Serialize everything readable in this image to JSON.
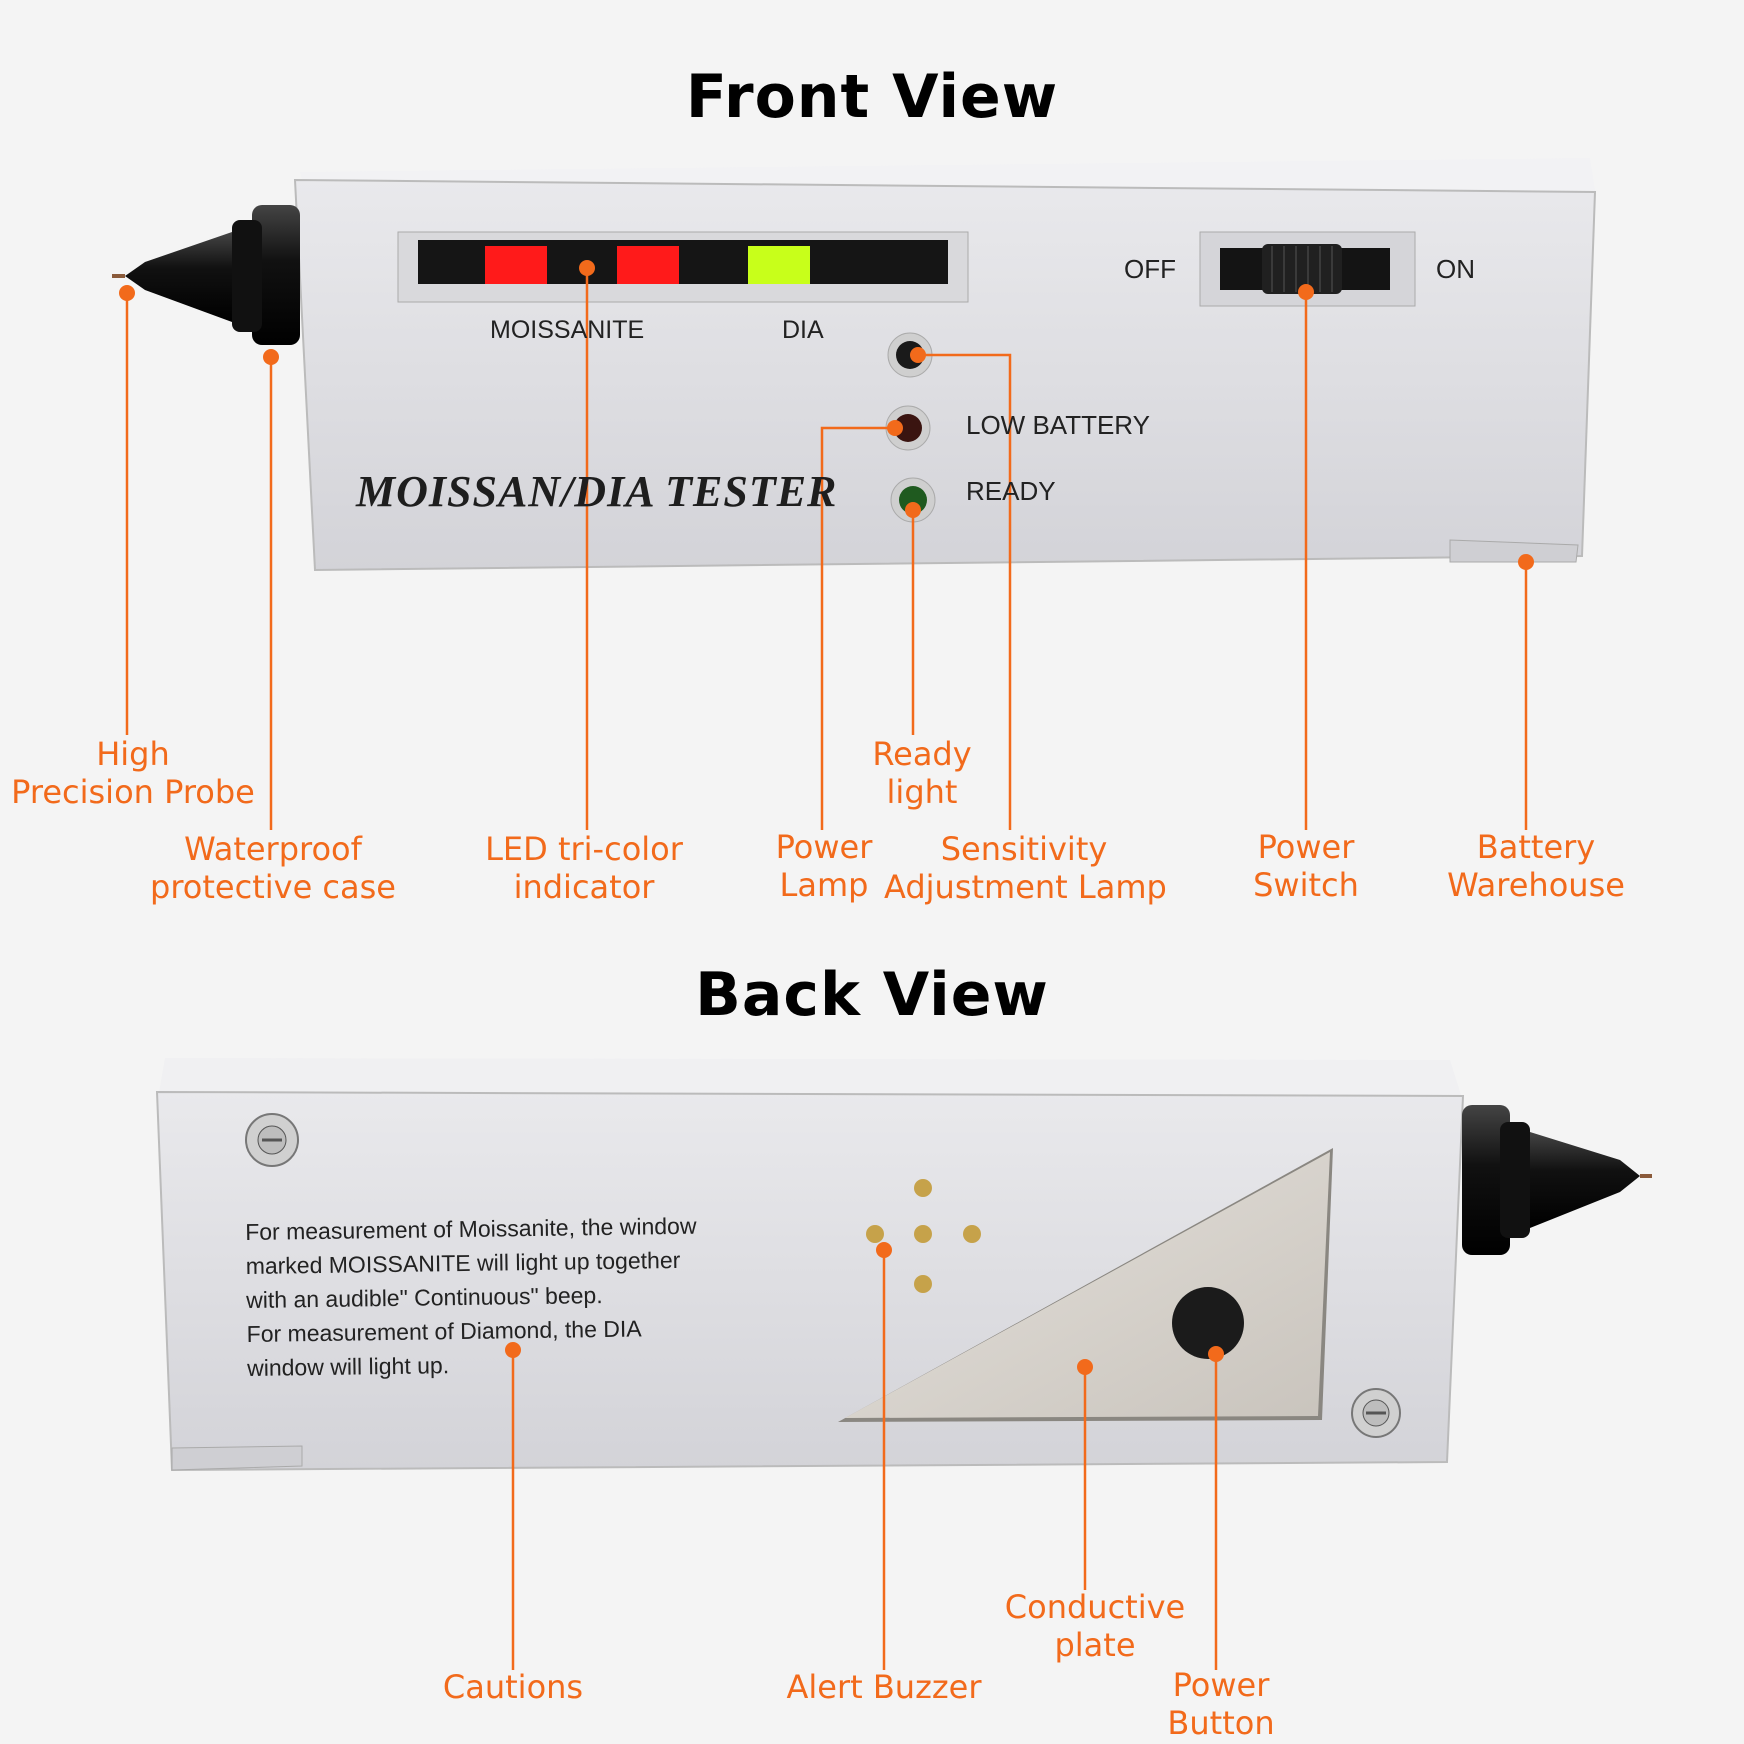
{
  "front_view": {
    "title": "Front View",
    "brand": "MOISSAN/DIA TESTER",
    "led_labels": {
      "moissanite": "MOISSANITE",
      "dia": "DIA"
    },
    "lamp_labels": {
      "low_battery": "LOW BATTERY",
      "ready": "READY"
    },
    "switch_labels": {
      "off": "OFF",
      "on": "ON"
    },
    "callouts": [
      {
        "id": "probe",
        "lines": [
          "High",
          "Precision Probe"
        ]
      },
      {
        "id": "case",
        "lines": [
          "Waterproof",
          "protective case"
        ]
      },
      {
        "id": "led",
        "lines": [
          "LED tri-color",
          "indicator"
        ]
      },
      {
        "id": "power-lamp",
        "lines": [
          "Power",
          "Lamp"
        ]
      },
      {
        "id": "ready-light",
        "lines": [
          "Ready",
          "light"
        ]
      },
      {
        "id": "sensitivity",
        "lines": [
          "Sensitivity",
          "Adjustment Lamp"
        ]
      },
      {
        "id": "power-switch",
        "lines": [
          "Power",
          "Switch"
        ]
      },
      {
        "id": "battery",
        "lines": [
          "Battery",
          "Warehouse"
        ]
      }
    ]
  },
  "back_view": {
    "title": "Back View",
    "caution_text": [
      "For  measurement  of  Moissanite,  the  window",
      "marked  MOISSANITE  will  light  up  together",
      "with  an  audible\"  Continuous\"  beep.",
      "For  measurement  of  Diamond, the  DIA",
      "window  will  light  up."
    ],
    "callouts": [
      {
        "id": "cautions",
        "lines": [
          "Cautions"
        ]
      },
      {
        "id": "buzzer",
        "lines": [
          "Alert Buzzer"
        ]
      },
      {
        "id": "plate",
        "lines": [
          "Conductive",
          "plate"
        ]
      },
      {
        "id": "power-button",
        "lines": [
          "Power",
          "Button"
        ]
      }
    ]
  },
  "colors": {
    "callout": "#f26a1b",
    "led_red": "#ff1a1a",
    "led_green": "#c8ff1a"
  }
}
